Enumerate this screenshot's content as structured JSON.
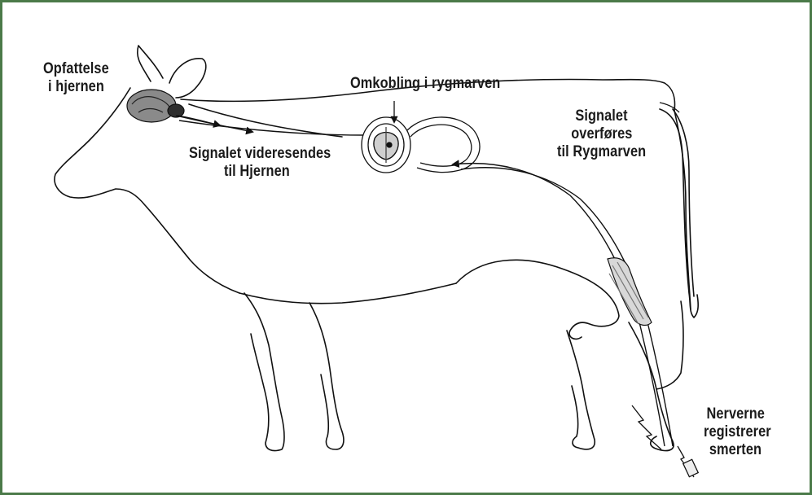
{
  "frame": {
    "border_color": "#4b7a49"
  },
  "labels": {
    "brain": {
      "line1": "Opfattelse",
      "line2": "i hjernen"
    },
    "spinal_switch": {
      "line1": "Omkobling i rygmarven"
    },
    "forward_to_brain": {
      "line1": "Signalet videresendes",
      "line2": "til Hjernen"
    },
    "to_spinal_cord": {
      "line1": "Signalet",
      "line2": "overføres",
      "line3": "til Rygmarven"
    },
    "nerves_register": {
      "line1": "Nerverne",
      "line2": "registrerer",
      "line3": "smerten"
    }
  },
  "icons": {
    "brain": "brain-icon",
    "spinal_cord_section": "spinal-cord-cross-section-icon",
    "muscle": "leg-muscle-icon",
    "pain_stimulus": "lightning-bolt-icon"
  }
}
